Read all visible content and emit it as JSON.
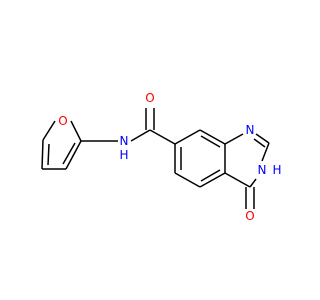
{
  "molecule": {
    "atoms": [
      {
        "id": "O_furan",
        "label": "O"
      },
      {
        "id": "NH_amide",
        "label": "N"
      },
      {
        "id": "H_amide",
        "label": "H"
      },
      {
        "id": "O_carbonyl",
        "label": "O"
      },
      {
        "id": "N1",
        "label": "N"
      },
      {
        "id": "N3",
        "label": "N"
      },
      {
        "id": "H_N3",
        "label": "H"
      },
      {
        "id": "O_oxo",
        "label": "O"
      }
    ]
  },
  "colors": {
    "bond": "#000000",
    "oxygen": "#ff0000",
    "nitrogen": "#0000ff",
    "background": "#ffffff"
  }
}
